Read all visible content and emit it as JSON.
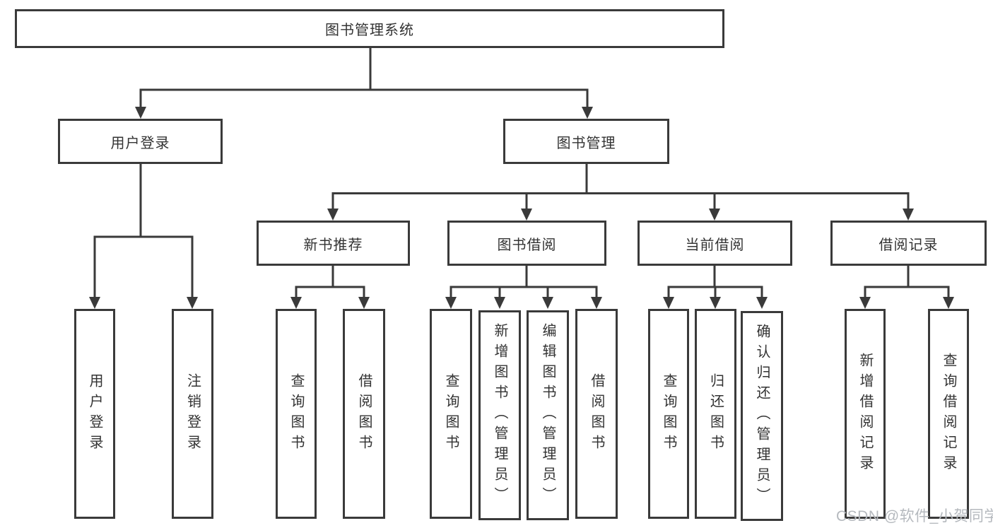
{
  "colors": {
    "line": "#3a3a3a",
    "text": "#333333",
    "background": "#ffffff",
    "watermark_color": "#b5b9be"
  },
  "tree": {
    "root": {
      "label": "图书管理系统"
    },
    "branches": [
      {
        "label": "用户登录",
        "children": [
          {
            "label": "用户登录"
          },
          {
            "label": "注销登录"
          }
        ]
      },
      {
        "label": "图书管理",
        "children": [
          {
            "label": "新书推荐",
            "children": [
              {
                "label": "查询图书"
              },
              {
                "label": "借阅图书"
              }
            ]
          },
          {
            "label": "图书借阅",
            "children": [
              {
                "label": "查询图书"
              },
              {
                "label": "新增图书（管理员）"
              },
              {
                "label": "编辑图书（管理员）"
              },
              {
                "label": "借阅图书"
              }
            ]
          },
          {
            "label": "当前借阅",
            "children": [
              {
                "label": "查询图书"
              },
              {
                "label": "归还图书"
              },
              {
                "label": "确认归还（管理员）"
              }
            ]
          },
          {
            "label": "借阅记录",
            "children": [
              {
                "label": "新增借阅记录"
              },
              {
                "label": "查询借阅记录"
              }
            ]
          }
        ]
      }
    ]
  },
  "watermark": {
    "text": "CSDN @软件_小贺同学"
  }
}
